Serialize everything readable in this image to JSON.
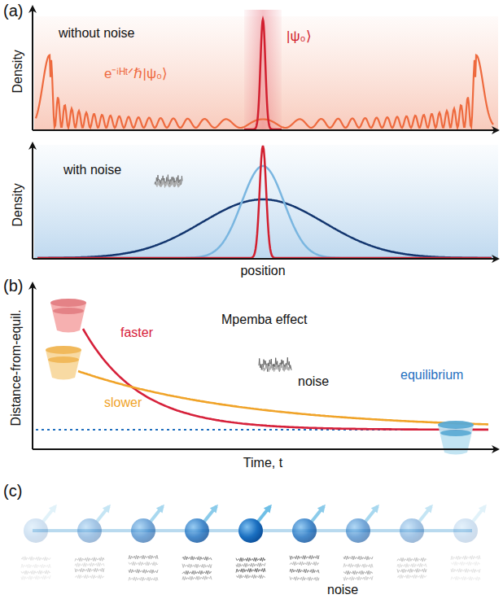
{
  "diagram": {
    "labels": [
      "(a)",
      "Density",
      "without noise",
      "e⁻ⁱᴴᵗᐟℏ|ψ₀⟩",
      "|ψ₀⟩",
      "Density",
      "with noise",
      "position",
      "(b)",
      "Distance-from-equil.",
      "Mpemba effect",
      "faster",
      "slower",
      "noise",
      "equilibrium",
      "Time, t",
      "(c)",
      "noise"
    ]
  }
}
